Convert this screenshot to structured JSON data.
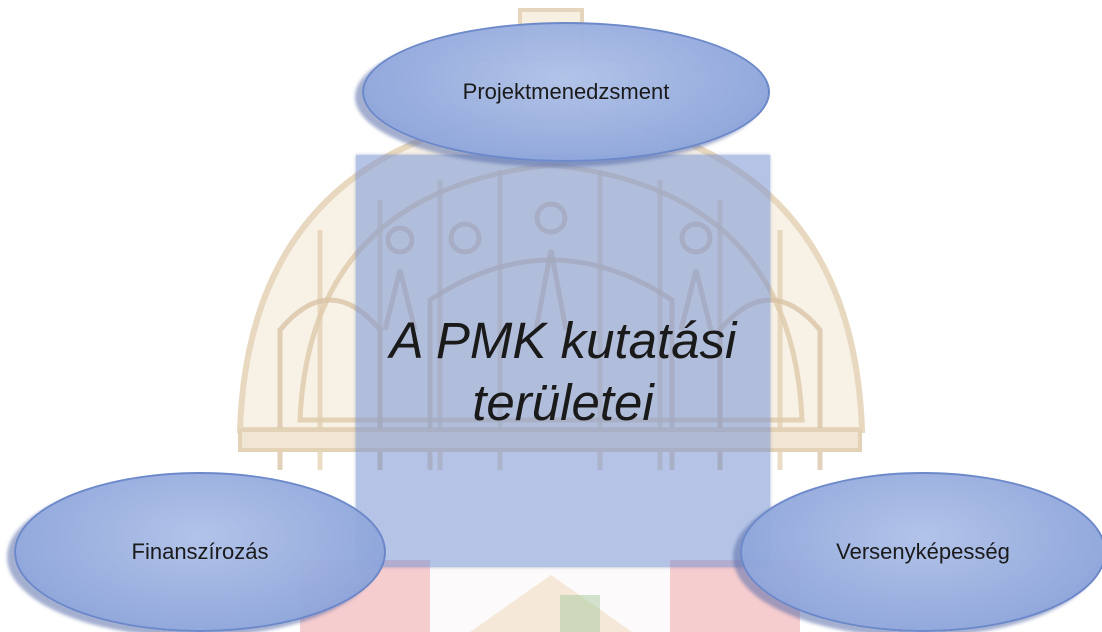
{
  "center": {
    "title_line1": "A PMK kutatási",
    "title_line2": "területei"
  },
  "nodes": {
    "top": "Projektmenedzsment",
    "left": "Finanszírozás",
    "right": "Versenyképesség"
  },
  "colors": {
    "center_fill": "#7894d2",
    "ellipse_fill": "#8fa6db",
    "ellipse_border": "#5f7dc3",
    "watermark_tan": "#c9a46b",
    "watermark_red": "#d8333a",
    "watermark_green": "#4e8b3a"
  }
}
